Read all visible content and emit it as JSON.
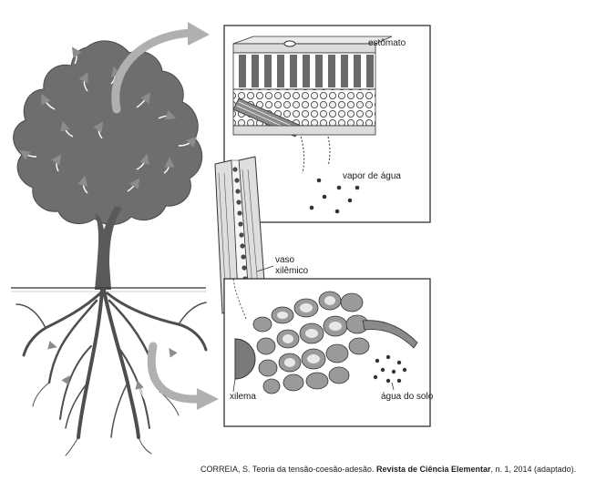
{
  "labels": {
    "estomato": "estômato",
    "vapor": "vapor de água",
    "vaso_line1": "vaso",
    "vaso_line2": "xilêmico",
    "xilema": "xilema",
    "agua_solo": "água do solo"
  },
  "caption": {
    "author": "CORREIA, S. Teoria da tensão-coesão-adesão.",
    "journal": "Revista de Ciência Elementar",
    "details": ", n. 1, 2014 (adaptado)."
  },
  "colors": {
    "foliage": "#6e6e6e",
    "trunk": "#5a5a5a",
    "frame": "#333333",
    "arrow": "#9a9a9a",
    "dots": "#444444"
  }
}
